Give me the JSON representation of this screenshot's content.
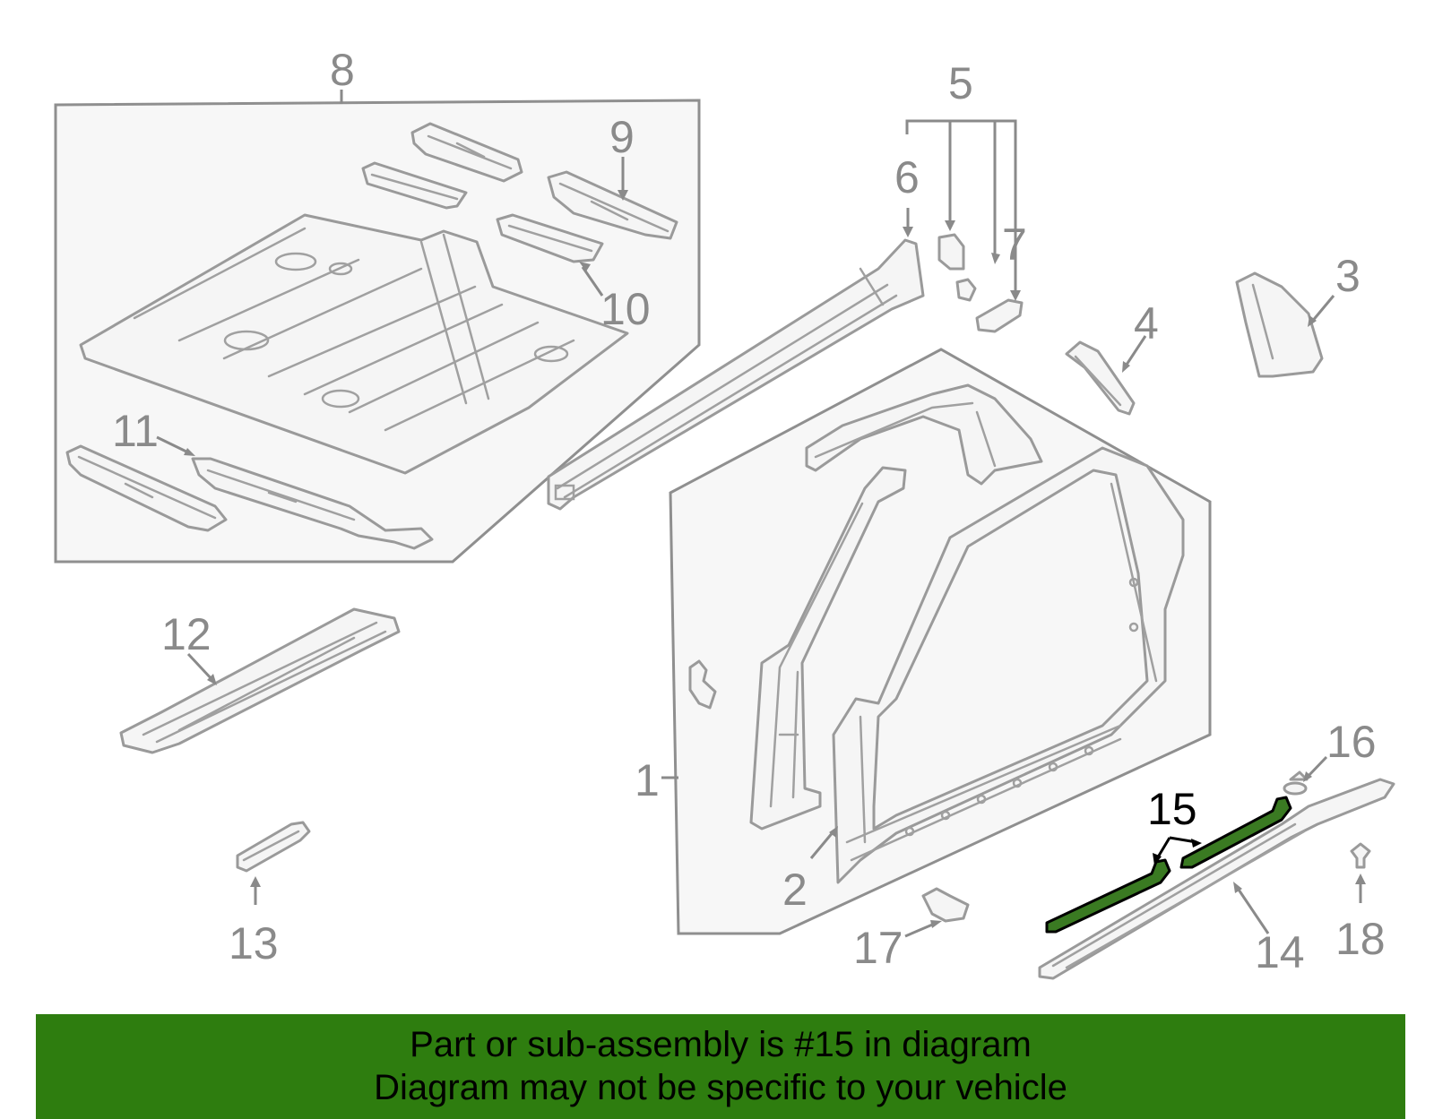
{
  "colors": {
    "banner_background": "#2e7d0f",
    "highlight_part": "#3a7a22",
    "line_gray": "#9a9a9a"
  },
  "callouts": {
    "c1": "1",
    "c2": "2",
    "c3": "3",
    "c4": "4",
    "c5": "5",
    "c6": "6",
    "c7": "7",
    "c8": "8",
    "c9": "9",
    "c10": "10",
    "c11": "11",
    "c12": "12",
    "c13": "13",
    "c14": "14",
    "c15": "15",
    "c16": "16",
    "c17": "17",
    "c18": "18"
  },
  "highlighted_part": "15",
  "banner": {
    "line1": "Part or sub-assembly is #15 in diagram",
    "line2": "Diagram may not be specific to your vehicle"
  }
}
